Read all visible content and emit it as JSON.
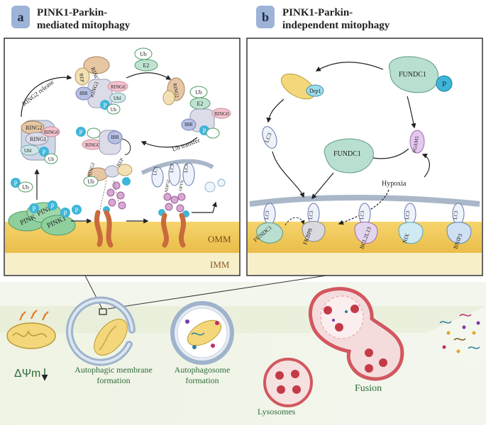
{
  "panels": {
    "a": {
      "letter": "a",
      "title_line1": "PINK1-Parkin-",
      "title_line2": "mediated mitophagy"
    },
    "b": {
      "letter": "b",
      "title_line1": "PINK1-Parkin-",
      "title_line2": "independent mitophagy"
    }
  },
  "membranes": {
    "omm": "OMM",
    "imm": "IMM"
  },
  "panel_a_labels": {
    "ring2_release": "RING2 release",
    "ub_transfer": "Ub transfer",
    "ub": "Ub",
    "e2": "E2",
    "p": "P",
    "pink": "PINK",
    "pink1": "PINK1",
    "rep": "REP",
    "ring2": "RING2",
    "ring1": "RING1",
    "ring0": "RING0",
    "ibr": "IBR",
    "ubl": "Ubl",
    "lc3": "LC3",
    "ndp52": "NDP52",
    "optn": "OPTN"
  },
  "panel_b_labels": {
    "fundc1": "FUNDC1",
    "drp1": "Drp1",
    "lc3": "LC3",
    "pgam5": "PGAM5",
    "hypoxia": "Hypoxia",
    "fkbp8": "FKBP8",
    "bcl2l13": "BCL2L13",
    "nix": "NIX",
    "bnip3": "BNIP3",
    "p": "P"
  },
  "bottom": {
    "delta_psi": "ΔΨm",
    "autophagic_line1": "Autophagic membrane",
    "autophagic_line2": "formation",
    "autophagosome_line1": "Autophagosome",
    "autophagosome_line2": "formation",
    "fusion": "Fusion",
    "lysosomes": "Lysosomes"
  },
  "colors": {
    "header_badge": "#9db3d8",
    "omm": "#f0c95c",
    "imm": "#f6efc9",
    "backdrop": "#e8efd8",
    "lysosome": "#d2575f",
    "autophagosome": "#9fb3cc",
    "mitochondrion": "#f3d77a"
  }
}
